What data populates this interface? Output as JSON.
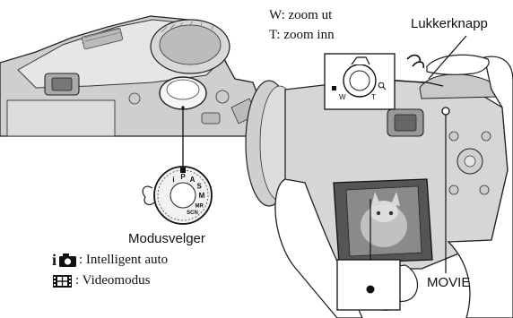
{
  "zoom": {
    "w_line": "W: zoom ut",
    "t_line": "T: zoom inn",
    "inset_w": "W",
    "inset_t": "T"
  },
  "shutter_label": "Lukkerknapp",
  "mode_dial_label": "Modusvelger",
  "movie_label": "MOVIE",
  "mode_dial_marks": [
    "i",
    "P",
    "A",
    "S",
    "M",
    "MR",
    "SCN"
  ],
  "legend": [
    {
      "icon": "intelligent-auto-icon",
      "text": ": Intelligent auto"
    },
    {
      "icon": "film-icon",
      "text": ": Videomodus"
    }
  ]
}
